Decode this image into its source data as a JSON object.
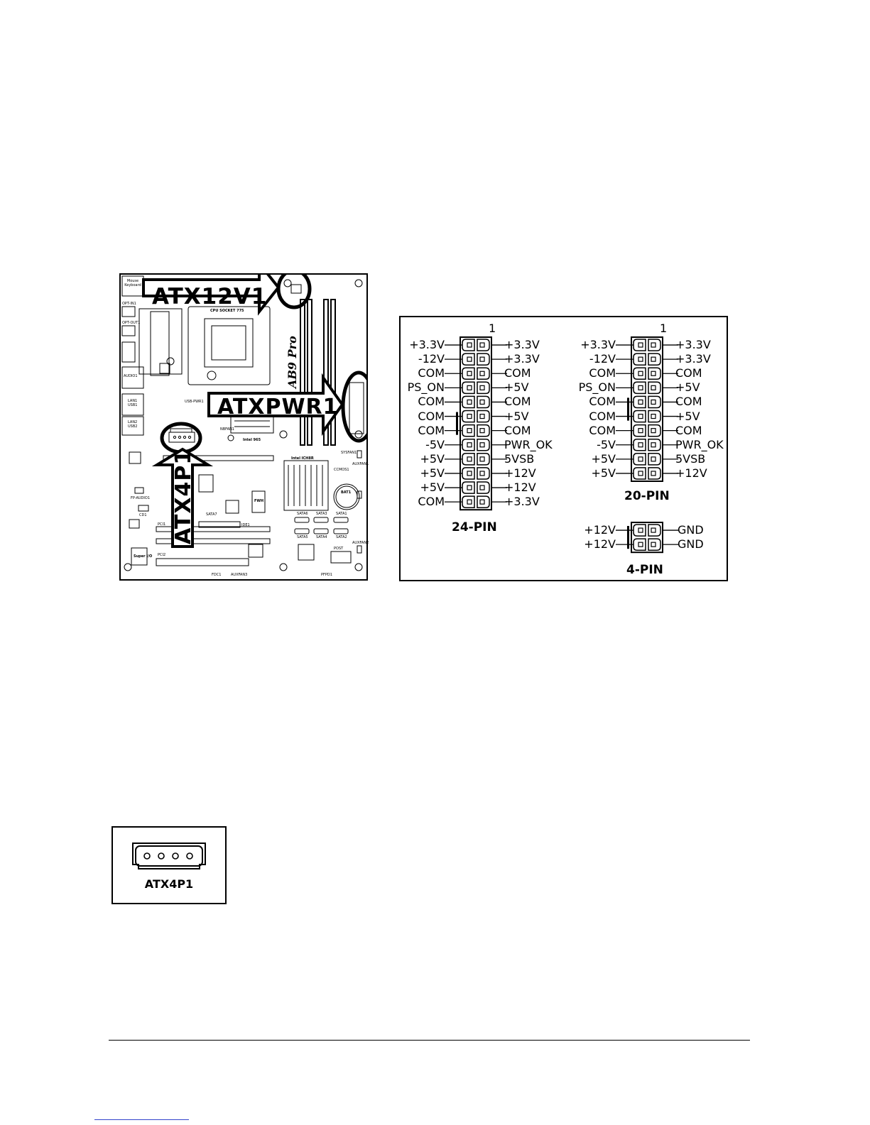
{
  "board": {
    "callouts": [
      "ATX12V1",
      "ATXPWR1",
      "ATX4P1"
    ],
    "labels": {
      "mouse_keyboard": "Mouse\nKeyboard",
      "opt_in": "OPT-IN1",
      "opt_out": "OPT-OUT1",
      "audio": "AUDIO1",
      "lan1": "LAN1\nUSB1",
      "lan2": "LAN2\nUSB2",
      "cpu_socket": "CPU SOCKET 775",
      "model": "AB9 Pro",
      "intel965": "Intel 965",
      "intel_ich8r": "Intel ICH8R",
      "bat": "BAT1",
      "cmos": "CCMOS1",
      "auxfan1": "AUXFAN1",
      "auxfan2": "AUXFAN2",
      "sysfan": "SYSFAN1",
      "nbfan": "NBFAN1",
      "usb_pwr": "USB-PWR1",
      "fp_audio": "FP-AUDIO1",
      "cd": "CD1",
      "sata6": "SATA6",
      "sata3": "SATA3",
      "sata1": "SATA1",
      "sata5": "SATA5",
      "sata4": "SATA4",
      "sata2": "SATA2",
      "sata_alt": "SATA7",
      "ide": "IDE1",
      "pci1": "PCI1",
      "pci2": "PCI2",
      "fdc": "FDC1",
      "post": "POST",
      "pfpd": "PFPD1",
      "fwh": "FWH",
      "super_io": "Super I/O",
      "auxpanel": "AUXFAN3"
    }
  },
  "pins24": {
    "top": "1",
    "left": [
      "+3.3V",
      "-12V",
      "COM",
      "PS_ON",
      "COM",
      "COM",
      "COM",
      "-5V",
      "+5V",
      "+5V",
      "+5V",
      "COM"
    ],
    "right": [
      "+3.3V",
      "+3.3V",
      "COM",
      "+5V",
      "COM",
      "+5V",
      "COM",
      "PWR_OK",
      "5VSB",
      "+12V",
      "+12V",
      "+3.3V"
    ],
    "caption": "24-PIN"
  },
  "pins20": {
    "top": "1",
    "left": [
      "+3.3V",
      "-12V",
      "COM",
      "PS_ON",
      "COM",
      "COM",
      "COM",
      "-5V",
      "+5V",
      "+5V"
    ],
    "right": [
      "+3.3V",
      "+3.3V",
      "COM",
      "+5V",
      "COM",
      "+5V",
      "COM",
      "PWR_OK",
      "5VSB",
      "+12V"
    ],
    "caption": "20-PIN"
  },
  "pins4": {
    "left": [
      "+12V",
      "+12V"
    ],
    "right": [
      "GND",
      "GND"
    ],
    "caption": "4-PIN"
  },
  "atx4p1": {
    "title": "ATX4P1",
    "pins": 4
  }
}
